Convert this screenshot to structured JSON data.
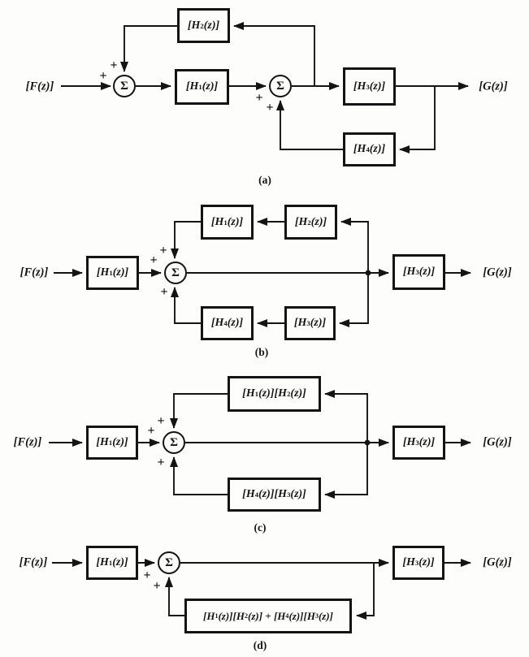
{
  "figure": {
    "kind": "block-diagram-equivalents",
    "paper_color": "#fdfdfc",
    "ink_color": "#141414"
  },
  "symbols": {
    "sigma": "Σ",
    "plus": "+"
  },
  "diagrams": [
    {
      "caption": "(a)",
      "input": "[F(z)]",
      "output": "[G(z)]",
      "blocks": {
        "h2": "[H_2(z)]",
        "h1": "[H_1(z)]",
        "h3": "[H_3(z)]",
        "h4": "[H_4(z)]"
      }
    },
    {
      "caption": "(b)",
      "input": "[F(z)]",
      "output": "[G(z)]",
      "blocks": {
        "h1_in": "[H_1(z)]",
        "fb_top_left": "[H_1(z)]",
        "fb_top_right": "[H_2(z)]",
        "h3_out": "[H_3(z)]",
        "fb_bottom_left": "[H_4(z)]",
        "fb_bottom_right": "[H_3(z)]"
      }
    },
    {
      "caption": "(c)",
      "input": "[F(z)]",
      "output": "[G(z)]",
      "blocks": {
        "h1_in": "[H_1(z)]",
        "fb_top": "[H_1(z)][H_2(z)]",
        "h3_out": "[H_3(z)]",
        "fb_bottom": "[H_4(z)][H_3(z)]"
      }
    },
    {
      "caption": "(d)",
      "input": "[F(z)]",
      "output": "[G(z)]",
      "blocks": {
        "h1_in": "[H_1(z)]",
        "h3_out": "[H_3(z)]",
        "fb": "[H_1(z)][H_2(z)] + [H_4(z)][H_3(z)]"
      }
    }
  ]
}
